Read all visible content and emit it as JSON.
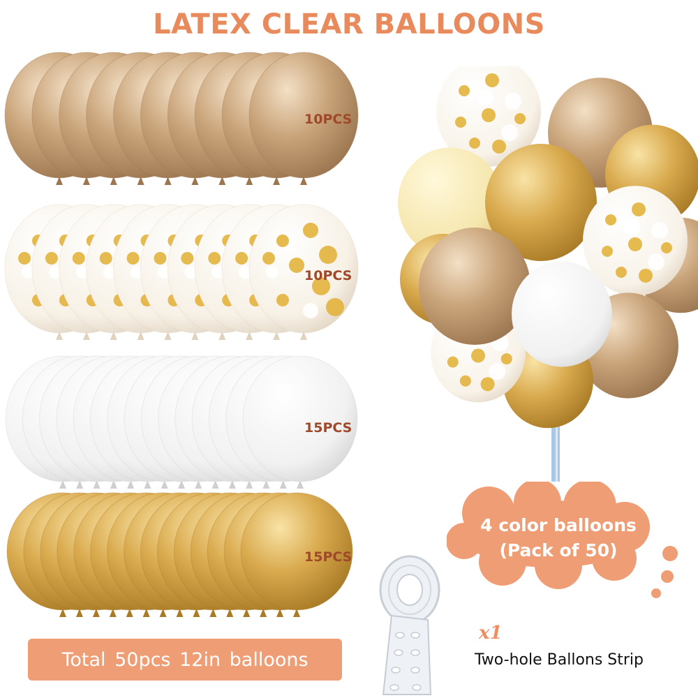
{
  "title": "LATEX CLEAR BALLOONS",
  "rows": [
    {
      "label": "10PCS",
      "count": 10,
      "color_name": "chrome champagne",
      "fill": "#c9a47a",
      "highlight": "#f3e0c6",
      "shade": "#9c7650"
    },
    {
      "label": "10PCS",
      "count": 10,
      "color_name": "gold confetti clear",
      "fill": "#fbf6ee",
      "highlight": "#ffffff",
      "shade": "#e0d2bf",
      "confetti": "#e2b33c"
    },
    {
      "label": "15PCS",
      "count": 15,
      "color_name": "white",
      "fill": "#ececec",
      "highlight": "#ffffff",
      "shade": "#cfcfcf"
    },
    {
      "label": "15PCS",
      "count": 15,
      "color_name": "metallic gold",
      "fill": "#d9aa4e",
      "highlight": "#f9e3a6",
      "shade": "#a97b26"
    }
  ],
  "bouquet": {
    "colors": [
      "chrome champagne",
      "gold confetti clear",
      "white",
      "metallic gold",
      "pastel yellow"
    ]
  },
  "cloud": {
    "line1": "4 color balloons",
    "line2": "(Pack of 50)",
    "color": "#ef9d74"
  },
  "total": "Total 50pcs 12in balloons",
  "strip": {
    "quantity": "x1",
    "caption": "Two-hole Ballons Strip"
  },
  "colors": {
    "title": "#e88a5b",
    "accent": "#ef9d74",
    "label": "#a0482a"
  }
}
